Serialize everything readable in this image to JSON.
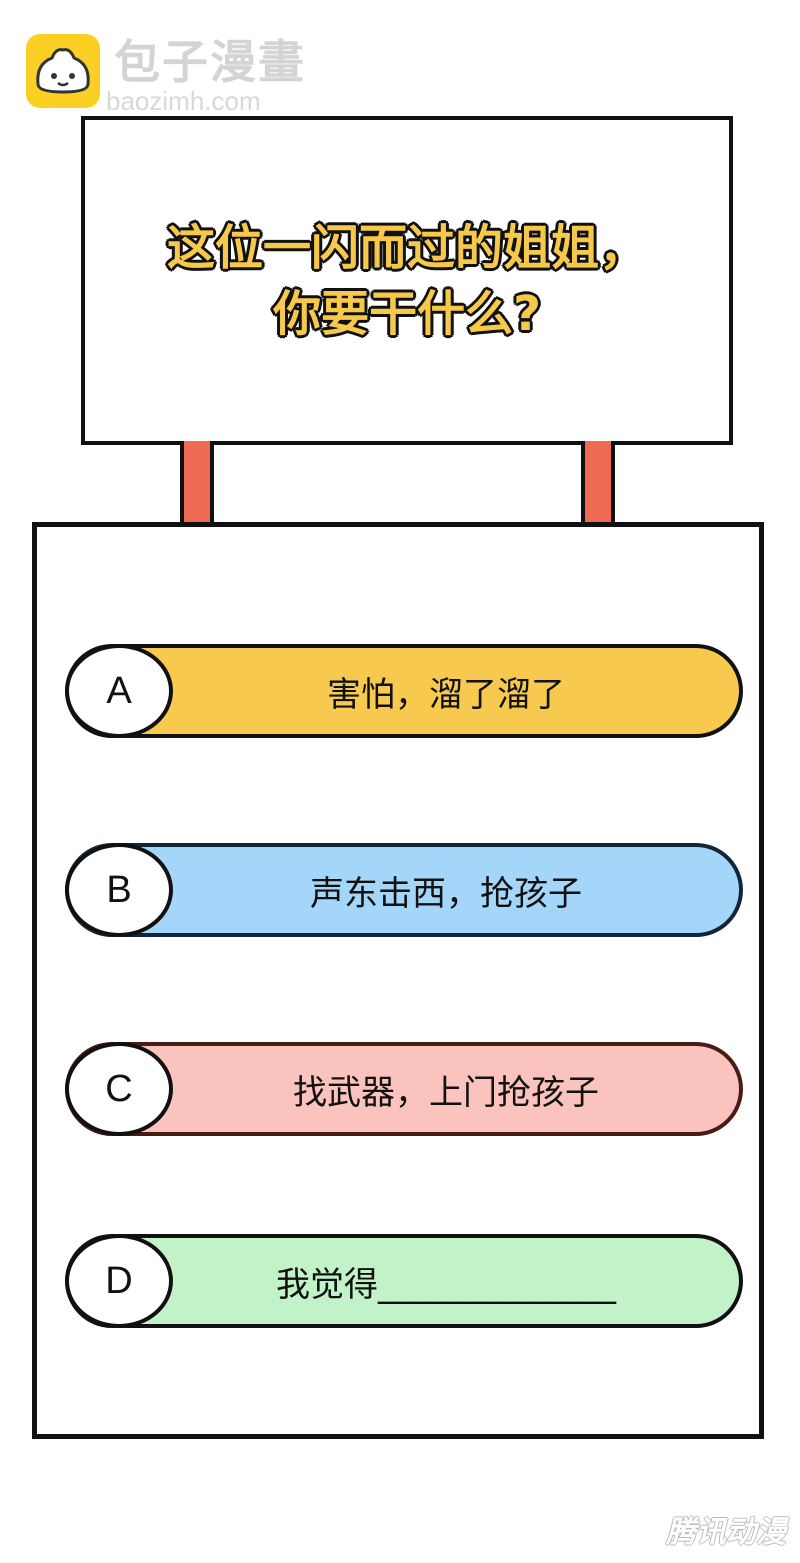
{
  "watermark": {
    "title": "包子漫畫",
    "url": "baozimh.com",
    "logo_icon": "bun-mascot-icon"
  },
  "question": {
    "line1": "这位一闪而过的姐姐，",
    "line2": "你要干什么?"
  },
  "options": [
    {
      "letter": "A",
      "text": "害怕，溜了溜了",
      "color": "#f7c94f",
      "border": "#111111"
    },
    {
      "letter": "B",
      "text": "声东击西，抢孩子",
      "color": "#a4d6f9",
      "border": "#12263a"
    },
    {
      "letter": "C",
      "text": "找武器，上门抢孩子",
      "color": "#fbc3bd",
      "border": "#4a1a14"
    },
    {
      "letter": "D",
      "text": "我觉得______________",
      "color": "#c2f2c8",
      "border": "#111111"
    }
  ],
  "trademark": "腾讯动漫",
  "colors": {
    "post": "#ee6a52",
    "title_fill": "#f7c94a"
  }
}
